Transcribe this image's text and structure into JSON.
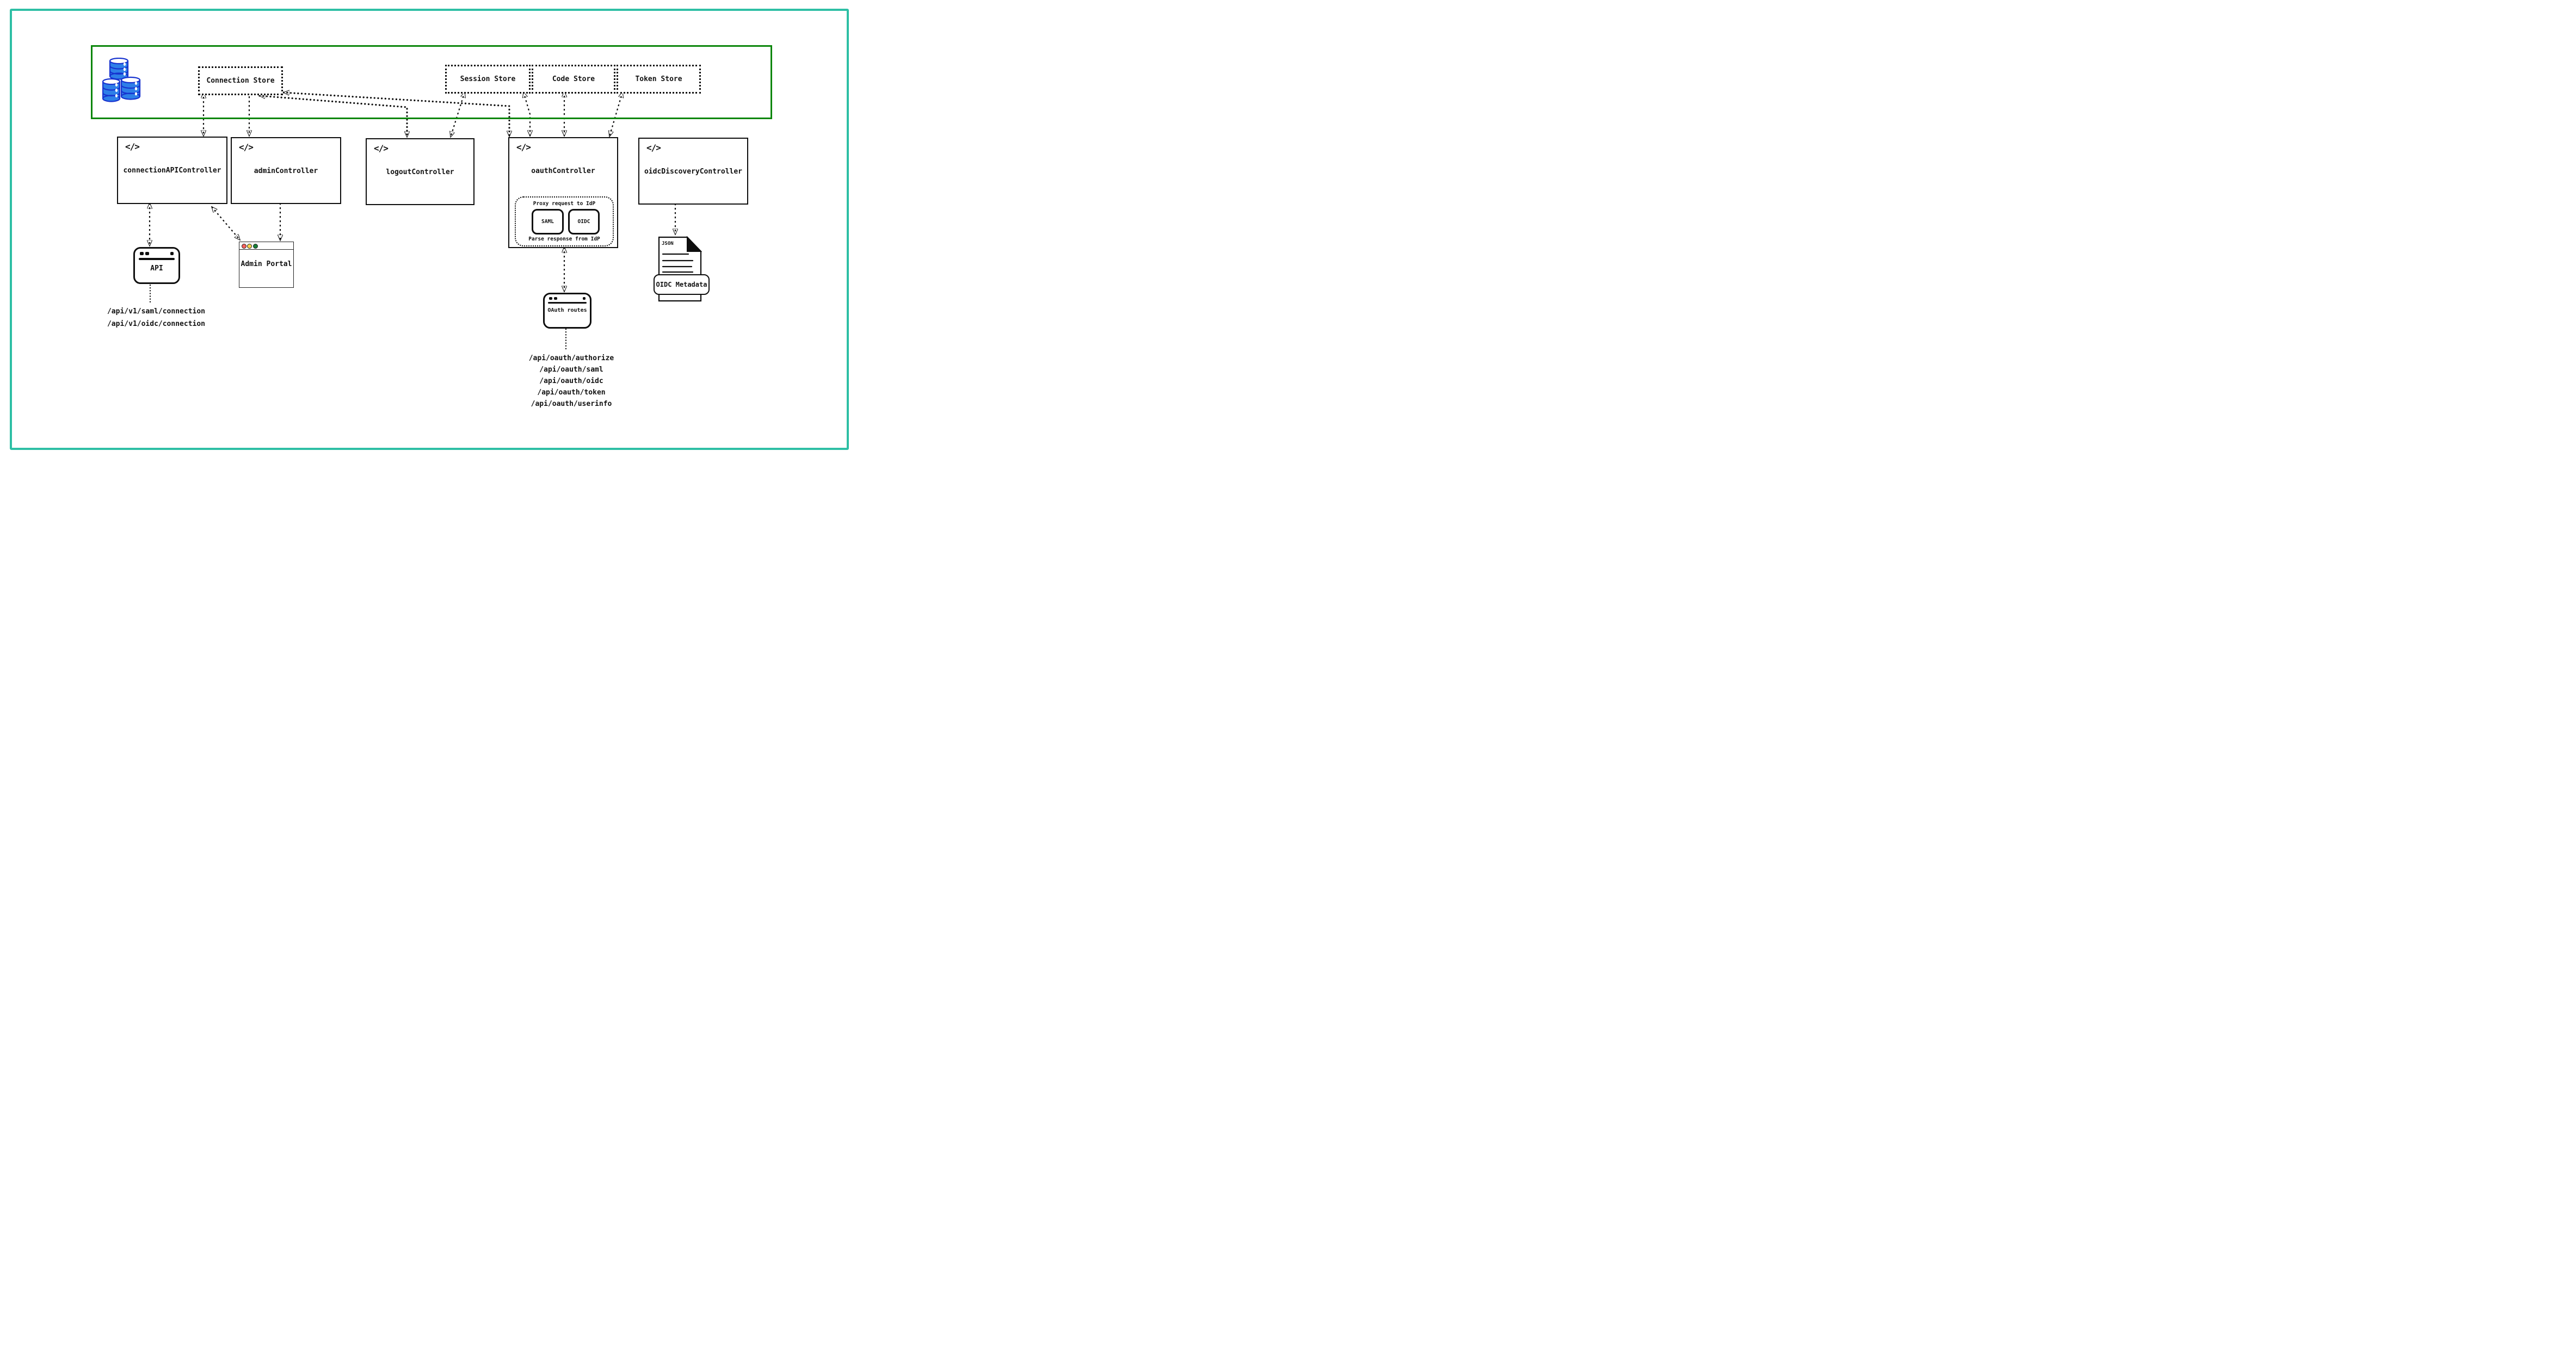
{
  "diagram": {
    "data_layer": {
      "stores": [
        {
          "label": "Connection Store"
        },
        {
          "label": "Session Store"
        },
        {
          "label": "Code Store"
        },
        {
          "label": "Token Store"
        }
      ]
    },
    "controllers": [
      {
        "label": "connectionAPIController"
      },
      {
        "label": "adminController"
      },
      {
        "label": "logoutController"
      },
      {
        "label": "oauthController"
      },
      {
        "label": "oidcDiscoveryController"
      }
    ],
    "oauth_detail": {
      "proxy_label": "Proxy request to IdP",
      "protocols": [
        {
          "label": "SAML"
        },
        {
          "label": "OIDC"
        }
      ],
      "parse_label": "Parse response from IdP"
    },
    "api_window": {
      "label": "API"
    },
    "admin_portal_window": {
      "label": "Admin Portal"
    },
    "oauth_routes_window": {
      "label": "OAuth routes"
    },
    "oidc_metadata_doc": {
      "file_type": "JSON",
      "label": "OIDC Metadata"
    },
    "api_routes": [
      "/api/v1/saml/connection",
      "/api/v1/oidc/connection"
    ],
    "oauth_routes": [
      "/api/oauth/authorize",
      "/api/oauth/saml",
      "/api/oauth/oidc",
      "/api/oauth/token",
      "/api/oauth/userinfo"
    ],
    "icons": {
      "code_glyph": "</>"
    },
    "colors": {
      "outer_frame": "#2EBFA5",
      "data_layer_border": "#0B860B",
      "database_fill": "#2E7FE8",
      "database_stroke": "#1733CF",
      "traffic_lights": [
        "#F9625F",
        "#F8D24B",
        "#188038"
      ]
    }
  }
}
